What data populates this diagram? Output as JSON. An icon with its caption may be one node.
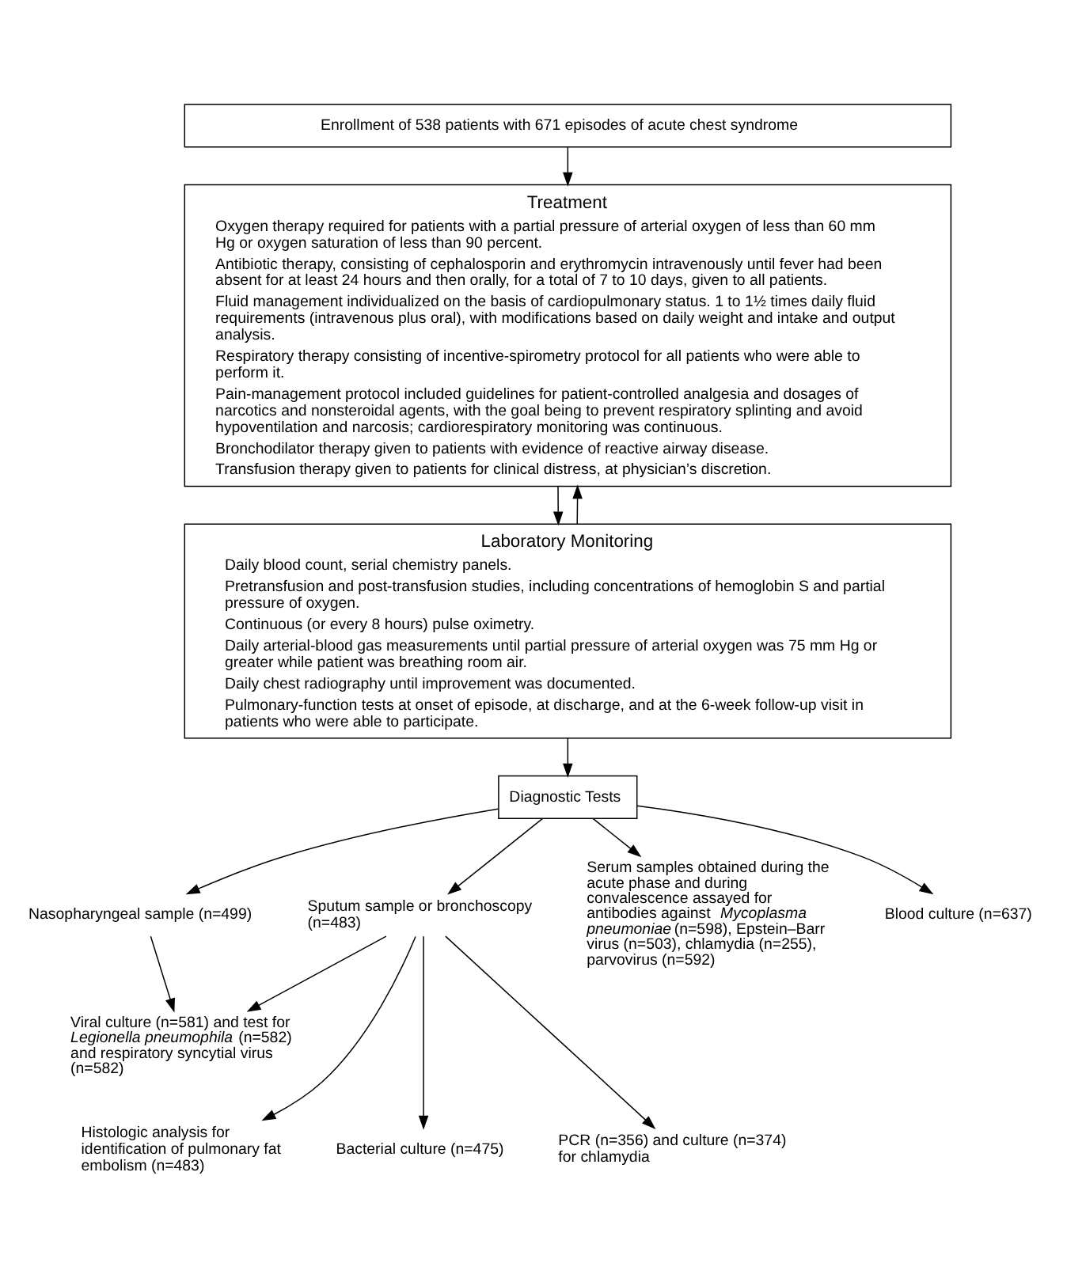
{
  "diagram": {
    "nodes": [
      {
        "text": [
          "Enrollment of 538 patients with 671 episodes of acute chest syndrome"
        ]
      },
      {
        "text": [
          "Treatment",
          "Oxygen therapy required for patients with a partial pressure of arterial oxygen of less than 60 mm Hg or oxygen saturation of less than 90 percent.",
          "Antibiotic therapy, consisting of cephalosporin and erythromycin intravenously until fever had been absent for at least 24 hours and then orally, for a total of 7 to 10 days, given to all patients.",
          "Fluid management individualized on the basis of cardiopulmonary status. 1 to 1½ times daily fluid requirements (intravenous plus oral), with modifications based on daily weight and intake and output analysis.",
          "Respiratory therapy consisting of incentive-spirometry protocol for all patients who were able to perform it.",
          "Pain-management protocol included guidelines for patient-controlled analgesia and dosages of narcotics and nonsteroidal agents, with the goal being to prevent respiratory splinting and avoid hypoventilation and narcosis; cardiorespiratory monitoring was continuous.",
          "Bronchodilator therapy given to patients with evidence of reactive airway disease.",
          "Transfusion therapy given to patients for clinical distress, at physician’s discretion."
        ]
      },
      {
        "text": [
          "Laboratory Monitoring",
          "Daily blood count, serial chemistry panels.",
          "Pretransfusion and post-transfusion studies, including concentrations of hemoglobin S and partial pressure of oxygen.",
          "Continuous (or every 8 hours) pulse oximetry.",
          "Daily arterial-blood gas measurements until partial pressure of arterial oxygen was 75 mm Hg or greater while patient was breathing room air.",
          "Daily chest radiography until improvement was documented.",
          "Pulmonary-function tests at onset of episode, at discharge, and at the 6-week follow-up visit in patients who were able to participate."
        ]
      },
      {
        "text": [
          "Diagnostic Tests"
        ]
      },
      {
        "text": [
          "Nasopharyngeal sample (n=499)"
        ]
      },
      {
        "text": [
          "Sputum sample or bronchoscopy (n=483)"
        ]
      },
      {
        "text": [
          "Serum samples obtained during the acute phase and during convalescence assayed for antibodies against *Mycoplasma pneumoniae* (n=598), Epstein–Barr virus (n=503), chlamydia (n=255), parvovirus (n=592)"
        ]
      },
      {
        "text": [
          "Blood culture (n=637)"
        ]
      },
      {
        "text": [
          "Viral culture (n=581) and test for *Legionella pneumophila* (n=582) and respiratory syncytial virus (n=582)"
        ]
      },
      {
        "text": [
          "Histologic analysis for identification of pulmonary fat embolism (n=483)"
        ]
      },
      {
        "text": [
          "Bacterial culture (n=475)"
        ]
      },
      {
        "text": [
          "PCR (n=356) and culture (n=374) for chlamydia"
        ]
      }
    ],
    "edges": [
      {
        "from": 0,
        "to": 1,
        "arrow": "to"
      },
      {
        "from": 1,
        "to": 2,
        "arrow": "to"
      },
      {
        "from": 2,
        "to": 1,
        "arrow": "to"
      },
      {
        "from": 2,
        "to": 3,
        "arrow": "to"
      },
      {
        "from": 3,
        "to": 4,
        "arrow": "to"
      },
      {
        "from": 3,
        "to": 5,
        "arrow": "to"
      },
      {
        "from": 3,
        "to": 6,
        "arrow": "to"
      },
      {
        "from": 3,
        "to": 7,
        "arrow": "to"
      },
      {
        "from": 4,
        "to": 8,
        "arrow": "to"
      },
      {
        "from": 5,
        "to": 8,
        "arrow": "to"
      },
      {
        "from": 5,
        "to": 9,
        "arrow": "to"
      },
      {
        "from": 5,
        "to": 10,
        "arrow": "to"
      },
      {
        "from": 5,
        "to": 11,
        "arrow": "to"
      }
    ]
  }
}
